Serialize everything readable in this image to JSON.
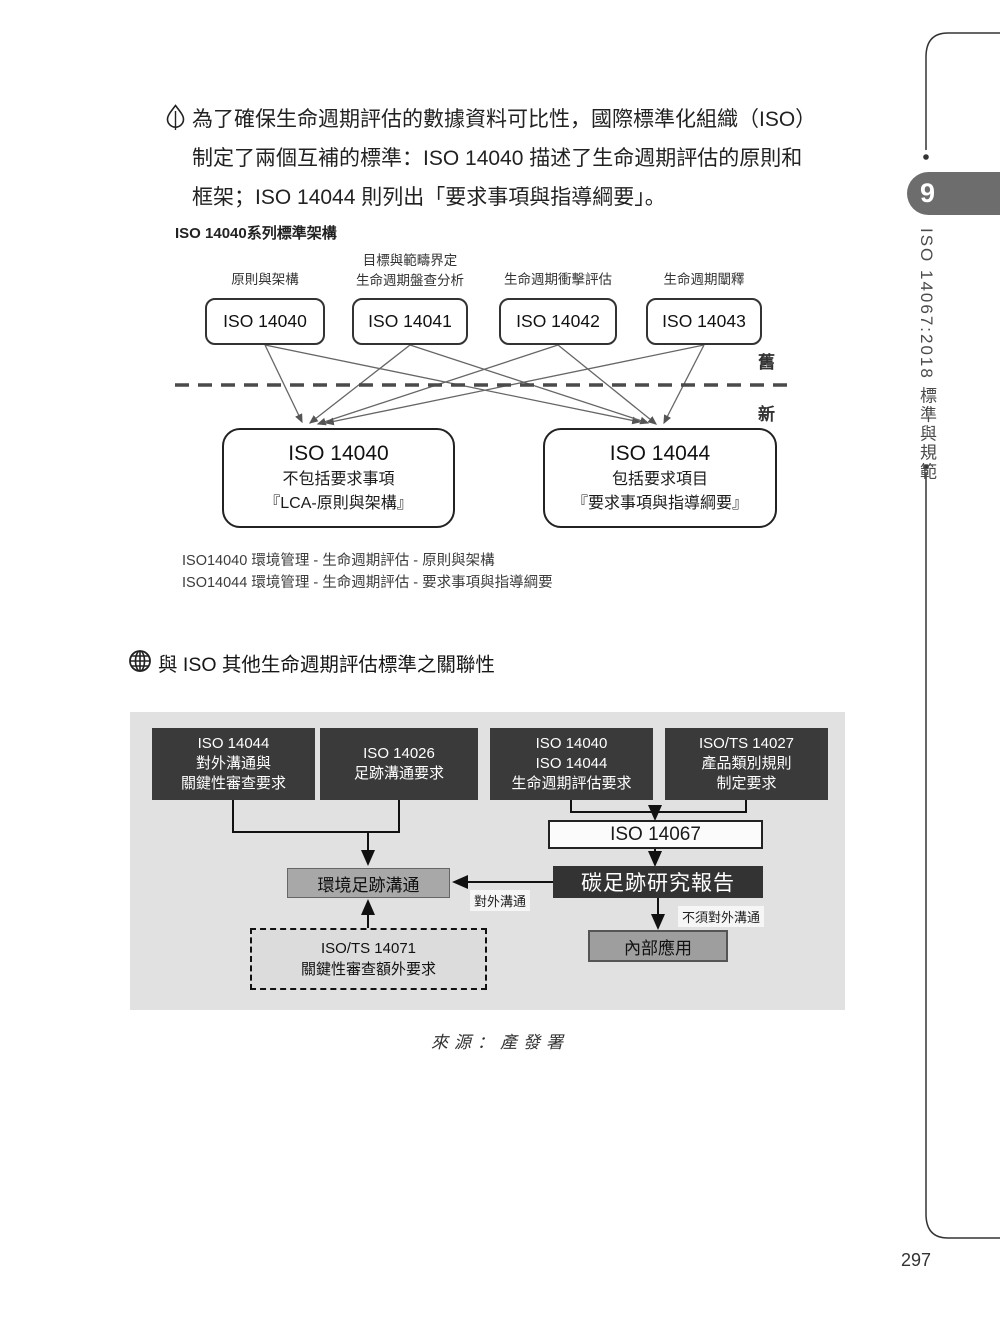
{
  "intro": {
    "line1": "為了確保生命週期評估的數據資料可比性，國際標準化組織（ISO）",
    "line2": "制定了兩個互補的標準：ISO 14040 描述了生命週期評估的原則和",
    "line3": "框架；ISO 14044 則列出「要求事項與指導綱要」。"
  },
  "diagram1": {
    "title": "ISO 14040系列標準架構",
    "top_boxes": [
      {
        "label1": "原則與架構",
        "code": "ISO 14040"
      },
      {
        "label1": "目標與範疇界定",
        "label2": "生命週期盤查分析",
        "code": "ISO 14041"
      },
      {
        "label1": "生命週期衝擊評估",
        "code": "ISO 14042"
      },
      {
        "label1": "生命週期闡釋",
        "code": "ISO 14043"
      }
    ],
    "old_label": "舊",
    "new_label": "新",
    "bottom_boxes": [
      {
        "code": "ISO 14040",
        "line2": "不包括要求事項",
        "line3": "『LCA-原則與架構』"
      },
      {
        "code": "ISO 14044",
        "line2": "包括要求項目",
        "line3": "『要求事項與指導綱要』"
      }
    ],
    "captions": [
      "ISO14040 環境管理 - 生命週期評估 - 原則與架構",
      "ISO14044 環境管理 - 生命週期評估 - 要求事項與指導綱要"
    ]
  },
  "section2": {
    "heading": "與 ISO 其他生命週期評估標準之關聯性",
    "flow": {
      "top_boxes": [
        {
          "l1": "ISO 14044",
          "l2": "對外溝通與",
          "l3": "關鍵性審查要求"
        },
        {
          "l1": "ISO 14026",
          "l2": "足跡溝通要求"
        },
        {
          "l1": "ISO 14040",
          "l2": "ISO 14044",
          "l3": "生命週期評估要求"
        },
        {
          "l1": "ISO/TS 14027",
          "l2": "產品類別規則",
          "l3": "制定要求"
        }
      ],
      "iso14067": "ISO 14067",
      "report": "碳足跡研究報告",
      "env_footprint": "環境足跡溝通",
      "internal_use": "內部應用",
      "dashed_box": {
        "l1": "ISO/TS 14071",
        "l2": "關鍵性審查額外要求"
      },
      "label_external": "對外溝通",
      "label_no_external": "不須對外溝通"
    },
    "source": "來源：產發署"
  },
  "sidebar": {
    "chapter_number": "9",
    "chapter_title": "ISO 14067:2018 標準與規範"
  },
  "page_number": "297",
  "colors": {
    "dark_box": "#3a3a3a",
    "panel_bg": "#e1e1e1",
    "mid_gray_box": "#a8a8a8",
    "chapter_tab": "#6d6d6d"
  },
  "icons": [
    "leaf-icon",
    "globe-icon"
  ]
}
